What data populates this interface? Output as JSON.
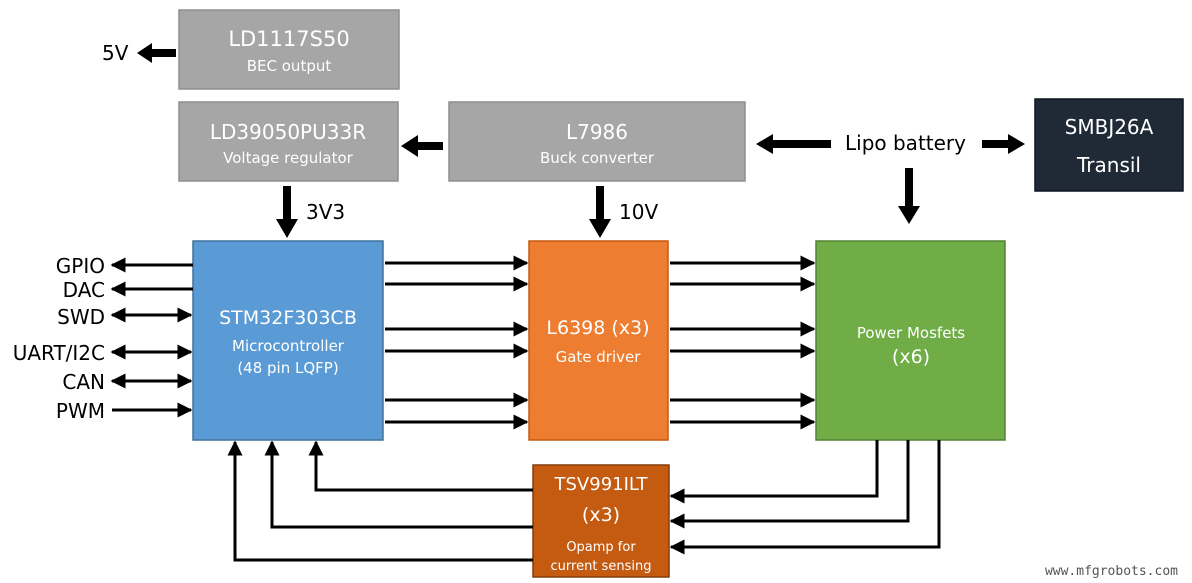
{
  "colors": {
    "gray_block": "#a6a6a6",
    "gray_border": "#8e8e8e",
    "navy_block": "#1f2a36",
    "blue_block": "#5b9bd5",
    "orange_block": "#ed7d31",
    "green_block": "#70ad47",
    "dark_orange_block": "#c55a11",
    "arrow": "#000000"
  },
  "blocks": {
    "ld1117": {
      "title": "LD1117S50",
      "subtitle": "BEC output"
    },
    "ld39050": {
      "title": "LD39050PU33R",
      "subtitle": "Voltage regulator"
    },
    "l7986": {
      "title": "L7986",
      "subtitle": "Buck converter"
    },
    "smbj": {
      "title": "SMBJ26A",
      "subtitle": "Transil"
    },
    "stm32": {
      "title": "STM32F303CB",
      "line2": "Microcontroller",
      "line3": "(48 pin LQFP)"
    },
    "l6398": {
      "title": "L6398 (x3)",
      "subtitle": "Gate driver"
    },
    "mosfets": {
      "title": "Power Mosfets",
      "subtitle": "(x6)"
    },
    "tsv991": {
      "title": "TSV991ILT",
      "line2": "(x3)",
      "line3": "Opamp for",
      "line4": "current sensing"
    }
  },
  "labels": {
    "five_v": "5V",
    "lipo": "Lipo battery",
    "three_v3": "3V3",
    "ten_v": "10V",
    "gpio": "GPIO",
    "dac": "DAC",
    "swd": "SWD",
    "uart": "UART/I2C",
    "can": "CAN",
    "pwm": "PWM"
  },
  "watermark": "www.mfgrobots.com"
}
